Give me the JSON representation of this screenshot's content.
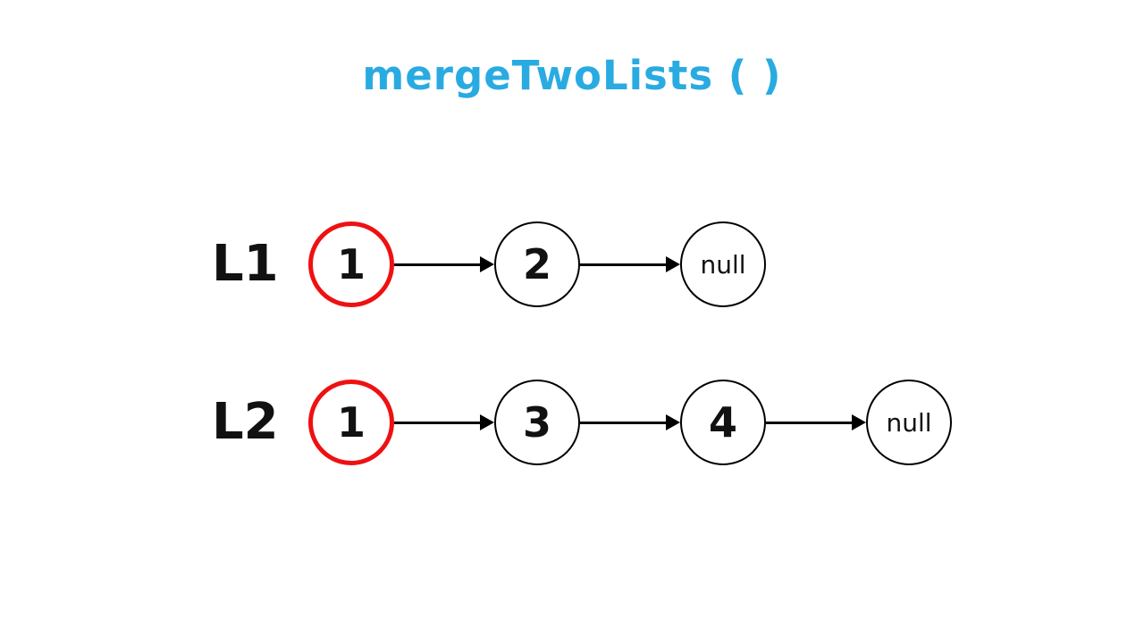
{
  "title": {
    "text": "mergeTwoLists ( )"
  },
  "colors": {
    "accent": "#29abe2",
    "highlight_stroke": "#ee1111",
    "node_stroke": "#000000",
    "arrow": "#000000",
    "background": "#ffffff"
  },
  "lists": [
    {
      "label": "L1",
      "nodes": [
        {
          "value": "1",
          "highlighted": true
        },
        {
          "value": "2",
          "highlighted": false
        },
        {
          "value": "null",
          "highlighted": false
        }
      ]
    },
    {
      "label": "L2",
      "nodes": [
        {
          "value": "1",
          "highlighted": true
        },
        {
          "value": "3",
          "highlighted": false
        },
        {
          "value": "4",
          "highlighted": false
        },
        {
          "value": "null",
          "highlighted": false
        }
      ]
    }
  ]
}
